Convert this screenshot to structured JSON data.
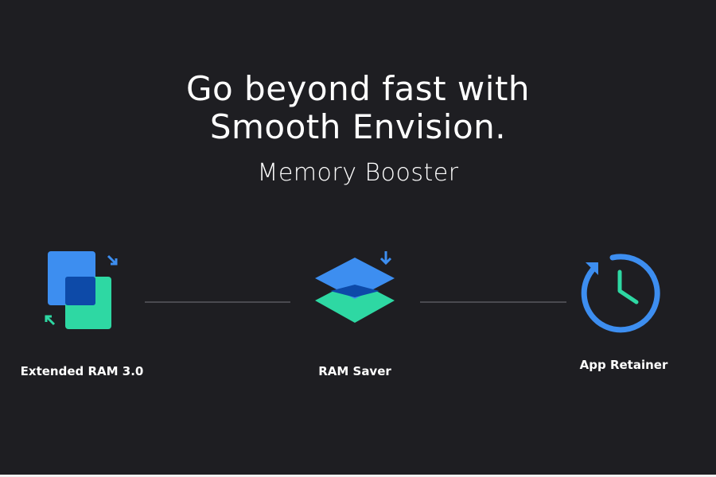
{
  "header": {
    "title_line1": "Go beyond fast with",
    "title_line2": "Smooth Envision.",
    "subtitle": "Memory Booster"
  },
  "features": [
    {
      "label": "Extended RAM 3.0",
      "icon": "extended-ram-icon"
    },
    {
      "label": "RAM Saver",
      "icon": "ram-saver-icon"
    },
    {
      "label": "App Retainer",
      "icon": "app-retainer-icon"
    }
  ],
  "colors": {
    "background": "#1e1e22",
    "blue": "#3d8ef0",
    "dark_blue": "#0d4aa8",
    "green": "#2ed8a3"
  }
}
